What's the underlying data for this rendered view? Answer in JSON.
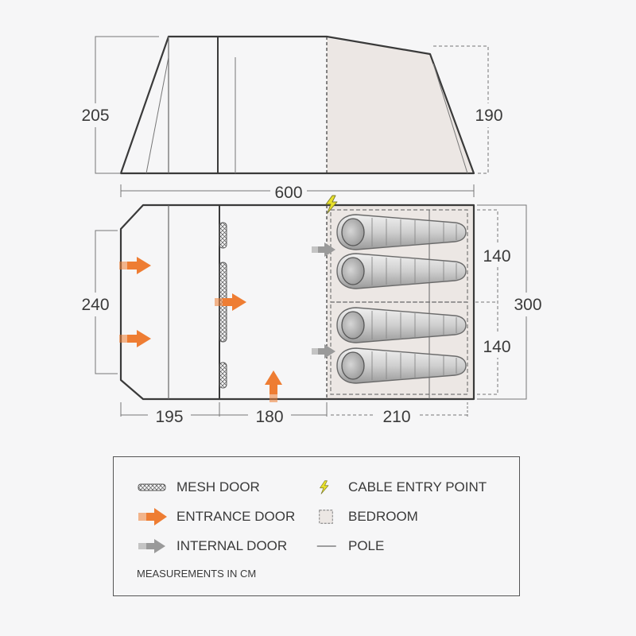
{
  "side_view": {
    "height_front": "205",
    "height_rear": "190",
    "length": "600"
  },
  "floor_plan": {
    "width_front": "240",
    "width_total": "300",
    "bedroom_depth_1": "140",
    "bedroom_depth_2": "140",
    "section_1": "195",
    "section_2": "180",
    "section_3": "210"
  },
  "legend": {
    "mesh_door": "MESH DOOR",
    "entrance_door": "ENTRANCE DOOR",
    "internal_door": "INTERNAL DOOR",
    "cable_entry_point": "CABLE ENTRY POINT",
    "bedroom": "BEDROOM",
    "pole": "POLE",
    "note": "MEASUREMENTS IN CM"
  },
  "colors": {
    "outline": "#3a3a3a",
    "entrance_arrow": "#ee7d33",
    "internal_arrow": "#9a9a9a",
    "bedroom_fill": "#ece7e4",
    "cable_icon": "#e8e02a"
  }
}
